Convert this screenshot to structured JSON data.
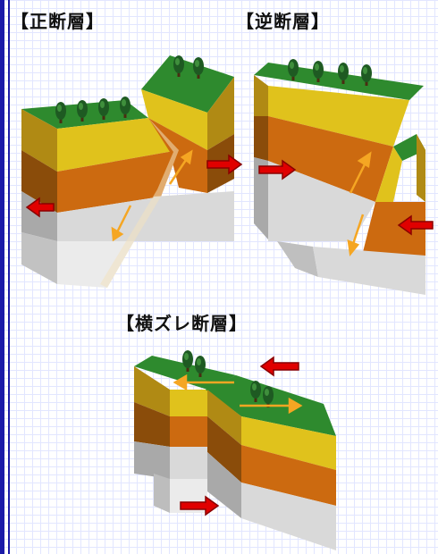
{
  "titles": {
    "normal_fault": "【正断層】",
    "reverse_fault": "【逆断層】",
    "strike_slip_fault": "【横ズレ断層】"
  },
  "colors": {
    "grass": "#2e8a2e",
    "layer_yellow": "#e0c21c",
    "layer_orange": "#cc6a10",
    "layer_gray": "#d9d9d9",
    "arrow_red": "#e00000",
    "arrow_orange": "#f5a623",
    "border_blue": "#1a1aa8"
  }
}
